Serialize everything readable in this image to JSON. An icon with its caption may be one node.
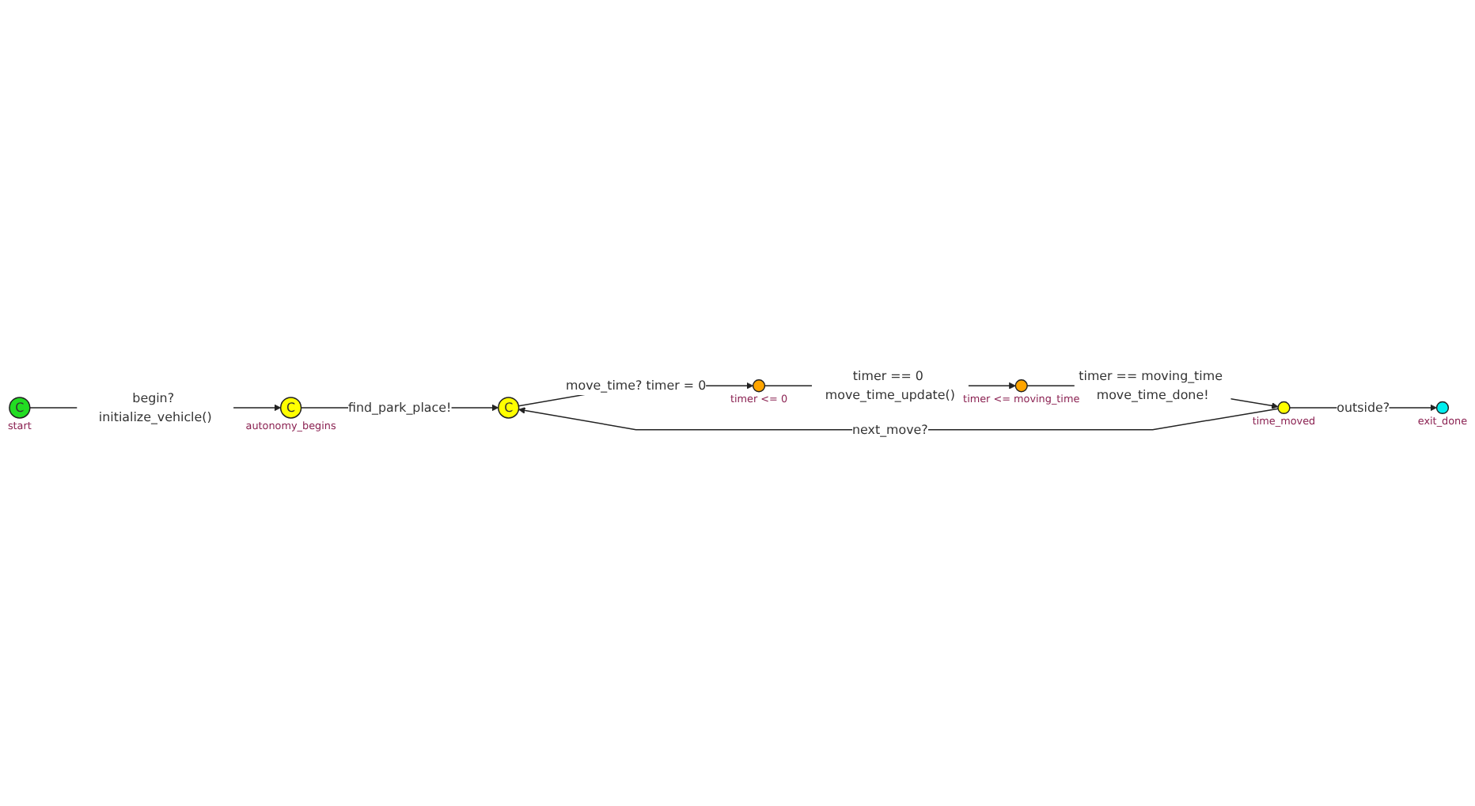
{
  "diagram": {
    "nodes": [
      {
        "text": [
          "C"
        ],
        "beside": [
          "start"
        ]
      },
      {
        "text": [
          "C"
        ],
        "beside": [
          "autonomy_begins"
        ]
      },
      {
        "text": [
          "C"
        ]
      },
      {
        "text": [],
        "shape": "circle",
        "beside": [
          "timer <= 0"
        ]
      },
      {
        "text": [],
        "shape": "circle",
        "beside": [
          "timer <= moving_time"
        ]
      },
      {
        "text": [],
        "shape": "circle",
        "beside": [
          "time_moved"
        ]
      },
      {
        "text": [],
        "shape": "circle",
        "beside": [
          "exit_done"
        ]
      }
    ],
    "edges": [
      {
        "from": 0,
        "to": 1,
        "arrow": "to",
        "label": "begin? initialize_vehicle()"
      },
      {
        "from": 1,
        "to": 2,
        "arrow": "to",
        "label": "find_park_place!"
      },
      {
        "from": 2,
        "to": 3,
        "arrow": "to",
        "label": "move_time? timer = 0"
      },
      {
        "from": 3,
        "to": 4,
        "arrow": "to",
        "label": "timer == 0 move_time_update()"
      },
      {
        "from": 4,
        "to": 5,
        "arrow": "to",
        "label": "timer == moving_time move_time_done!"
      },
      {
        "from": 5,
        "to": 2,
        "arrow": "to",
        "label": "next_move?"
      },
      {
        "from": 5,
        "to": 6,
        "arrow": "to",
        "label": "outside?"
      }
    ]
  }
}
